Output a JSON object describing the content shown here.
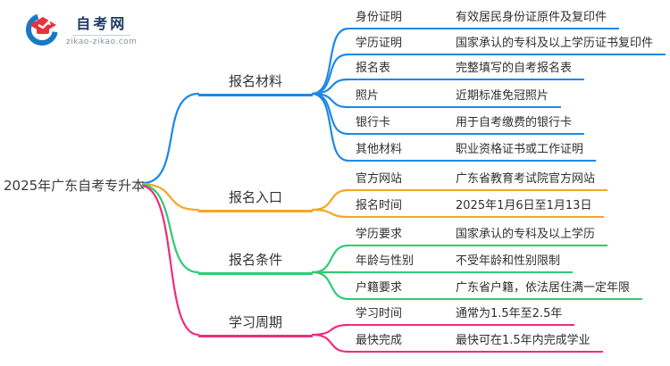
{
  "logo": {
    "title": "自考网",
    "domain": "zikao-zikao.com"
  },
  "root": {
    "label": "2025年广东自考专升本"
  },
  "branches": [
    {
      "label": "报名材料",
      "color": "#1E88E5",
      "items": [
        {
          "key": "身份证明",
          "value": "有效居民身份证原件及复印件"
        },
        {
          "key": "学历证明",
          "value": "国家承认的专科及以上学历证书复印件"
        },
        {
          "key": "报名表",
          "value": "完整填写的自考报名表"
        },
        {
          "key": "照片",
          "value": "近期标准免冠照片"
        },
        {
          "key": "银行卡",
          "value": "用于自考缴费的银行卡"
        },
        {
          "key": "其他材料",
          "value": "职业资格证书或工作证明"
        }
      ]
    },
    {
      "label": "报名入口",
      "color": "#F5A623",
      "items": [
        {
          "key": "官方网站",
          "value": "广东省教育考试院官方网站"
        },
        {
          "key": "报名时间",
          "value": "2025年1月6日至1月13日"
        }
      ]
    },
    {
      "label": "报名条件",
      "color": "#2ECC71",
      "items": [
        {
          "key": "学历要求",
          "value": "国家承认的专科及以上学历"
        },
        {
          "key": "年龄与性别",
          "value": "不受年龄和性别限制"
        },
        {
          "key": "户籍要求",
          "value": "广东省户籍，依法居住满一定年限"
        }
      ]
    },
    {
      "label": "学习周期",
      "color": "#ED2D7F",
      "items": [
        {
          "key": "学习时间",
          "value": "通常为1.5年至2.5年"
        },
        {
          "key": "最快完成",
          "value": "最快可在1.5年内完成学业"
        }
      ]
    }
  ]
}
